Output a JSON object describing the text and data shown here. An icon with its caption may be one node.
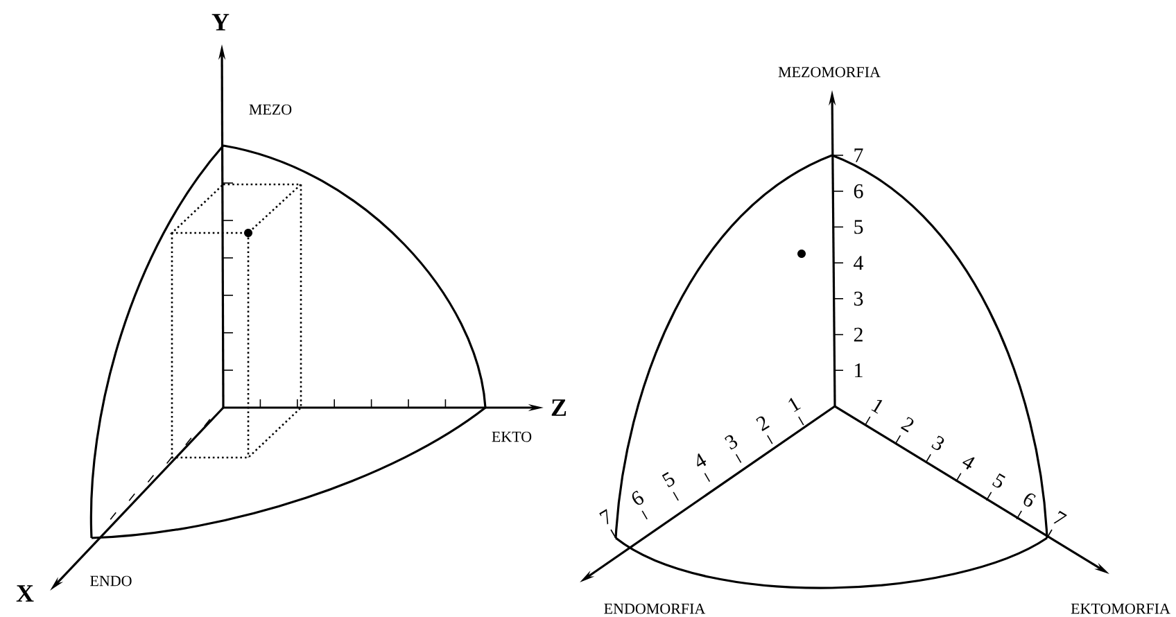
{
  "diagram": {
    "labels": [
      "Y",
      "MEZO",
      "Z",
      "EKTO",
      "X",
      "ENDO",
      "MEZOMORFIA",
      "1",
      "2",
      "3",
      "4",
      "5",
      "6",
      "7",
      "1",
      "2",
      "3",
      "4",
      "5",
      "6",
      "7",
      "1",
      "2",
      "3",
      "4",
      "5",
      "6",
      "7",
      "ENDOMORFIA",
      "EKTOMORFIA"
    ]
  }
}
